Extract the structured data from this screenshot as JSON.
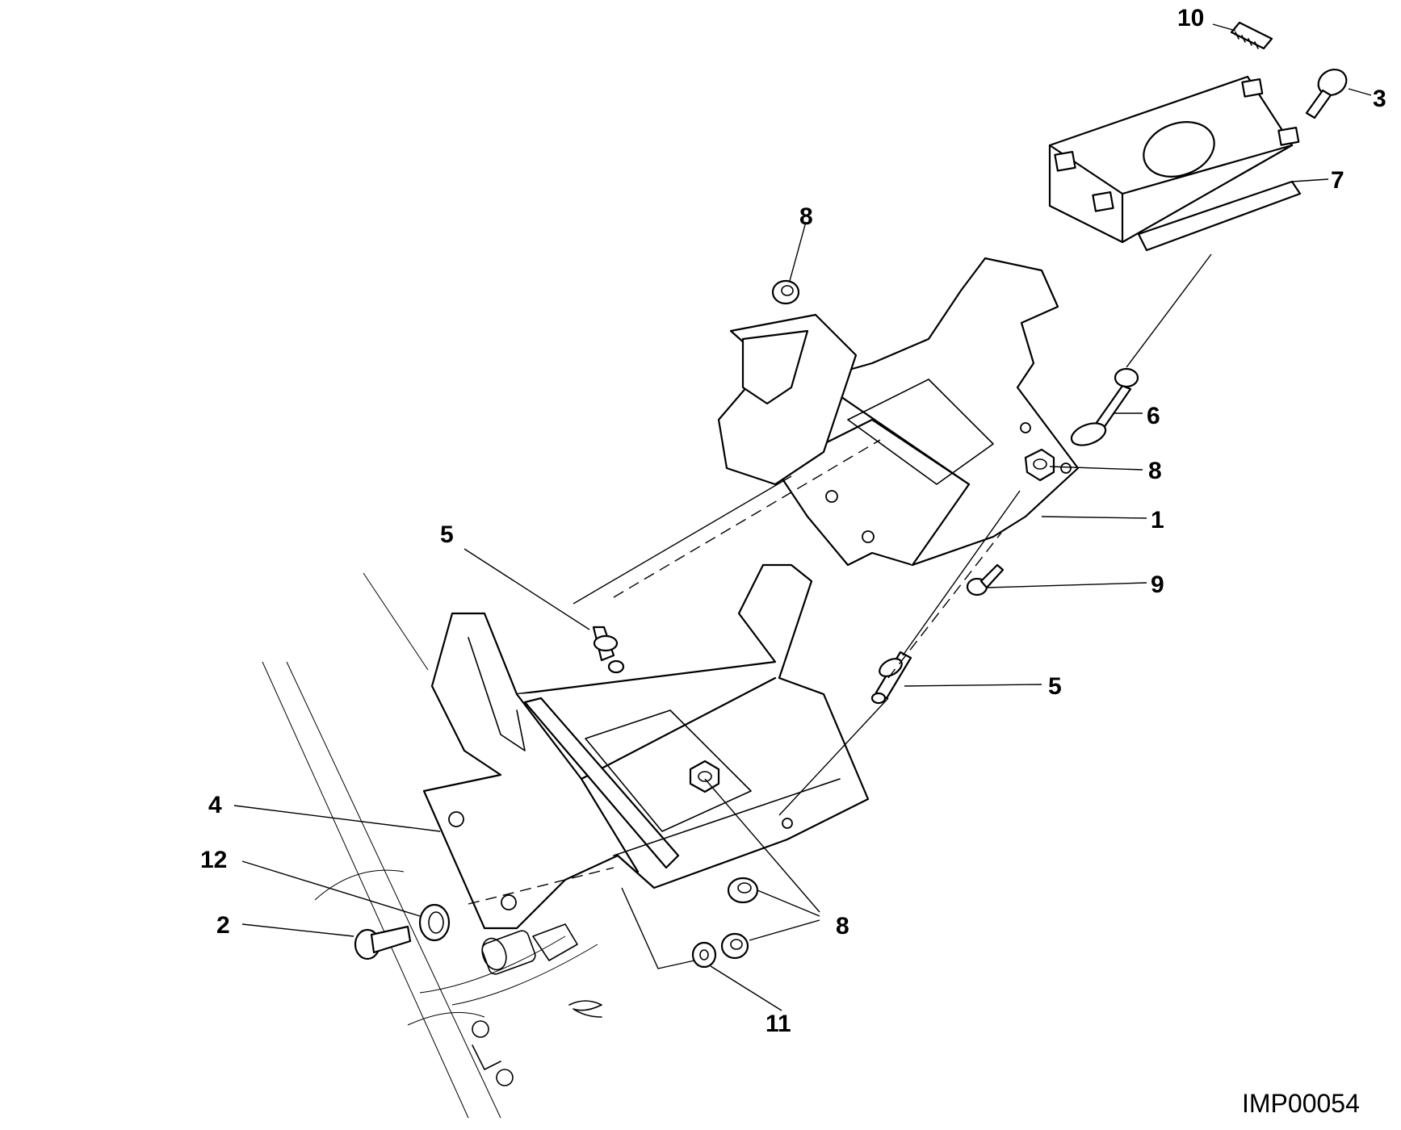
{
  "figure_ref": "IMP00054",
  "callouts": [
    {
      "id": "c10",
      "label": "10"
    },
    {
      "id": "c3",
      "label": "3"
    },
    {
      "id": "c7",
      "label": "7"
    },
    {
      "id": "c8a",
      "label": "8"
    },
    {
      "id": "c6",
      "label": "6"
    },
    {
      "id": "c8b",
      "label": "8"
    },
    {
      "id": "c1",
      "label": "1"
    },
    {
      "id": "c5a",
      "label": "5"
    },
    {
      "id": "c9",
      "label": "9"
    },
    {
      "id": "c5b",
      "label": "5"
    },
    {
      "id": "c4",
      "label": "4"
    },
    {
      "id": "c12",
      "label": "12"
    },
    {
      "id": "c2",
      "label": "2"
    },
    {
      "id": "c8c",
      "label": "8"
    },
    {
      "id": "c11",
      "label": "11"
    }
  ]
}
